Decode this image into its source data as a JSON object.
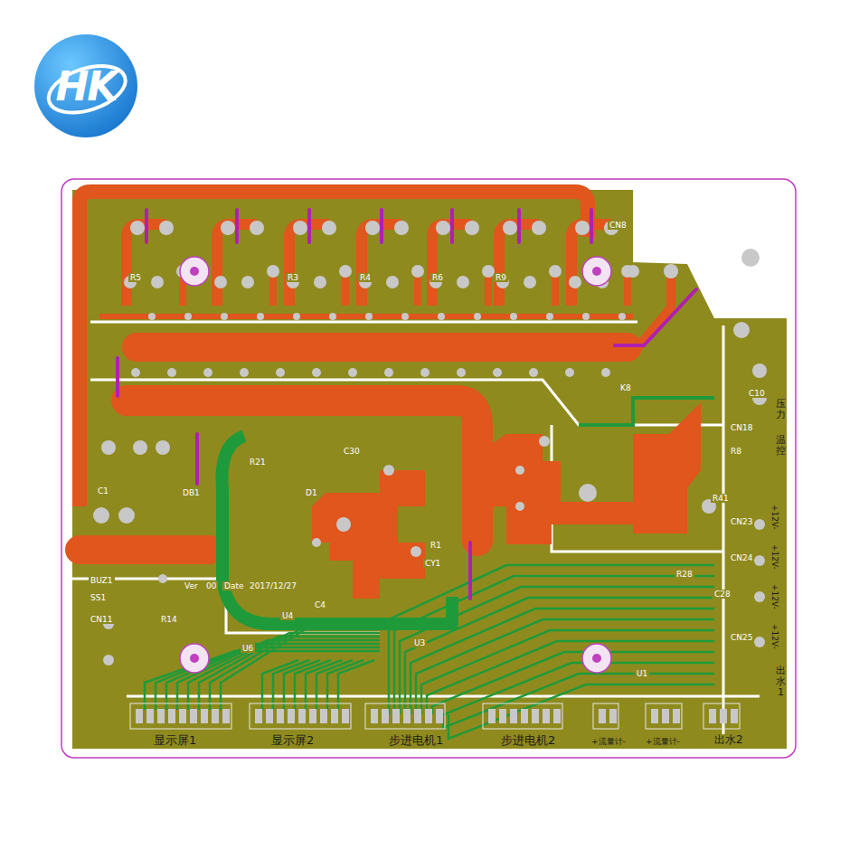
{
  "diagram": {
    "nodes": [
      {
        "text": [
          "HK"
        ]
      }
    ],
    "labels": [
      "显示屏1",
      "显示屏2",
      "步进电机1",
      "步进电机2",
      "+流量计-",
      "+流量计-",
      "出水2",
      "压力",
      "温控",
      "+12V-",
      "+12V-",
      "+12V-",
      "+12V-",
      "出水1",
      "CN8",
      "R5",
      "R3",
      "R4",
      "R6",
      "R9",
      "K8",
      "C10",
      "CN18",
      "R8",
      "R41",
      "CN23",
      "CN24",
      "CN25",
      "C1",
      "DB1",
      "C30",
      "D1",
      "R21",
      "R1",
      "CY1",
      "C4",
      "CN11",
      "R14",
      "SS1",
      "BUZ1",
      "Ver",
      "00",
      "Date",
      "2017/12/27",
      "U6",
      "U4",
      "U3",
      "U1",
      "C28",
      "R28"
    ]
  }
}
